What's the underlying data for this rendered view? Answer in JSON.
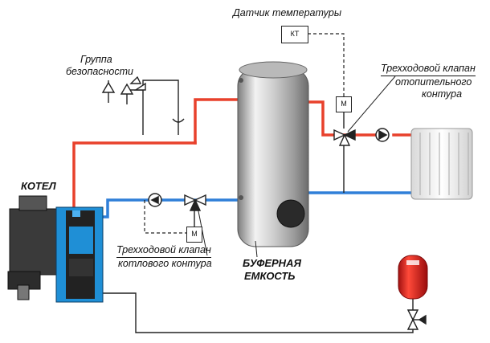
{
  "labels": {
    "temp_sensor": "Датчик температуры",
    "safety_group_line1": "Группа",
    "safety_group_line2": "безопасности",
    "heating_valve_line1": "Трехходовой клапан",
    "heating_valve_line2": "отопительного",
    "heating_valve_line3": "контура",
    "boiler": "КОТЕЛ",
    "boiler_valve_line1": "Трехходовой клапан",
    "boiler_valve_line2": "котлового контура",
    "buffer_line1": "БУФЕРНАЯ",
    "buffer_line2": "ЕМКОСТЬ"
  },
  "boxes": {
    "sensor": "КТ",
    "motor_heating": "М",
    "motor_boiler": "М"
  },
  "colors": {
    "hot_pipe": "#e8412c",
    "cold_pipe": "#2f7fd8",
    "return_pipe": "#222222",
    "tank_light": "#e9e9e9",
    "tank_dark": "#8a8a8a",
    "boiler_blue": "#1f8fd6",
    "expansion_tank": "#e0201c"
  },
  "icons": {
    "valves": "three-way-valve-icon",
    "pumps": "circulation-pump-icon",
    "radiator": "radiator-icon",
    "safety": "safety-valve-icon"
  }
}
